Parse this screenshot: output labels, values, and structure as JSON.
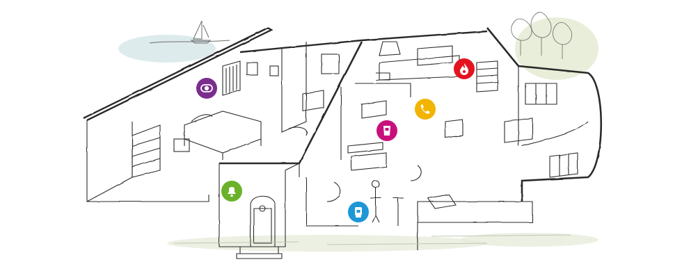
{
  "scene": {
    "type": "smart-home-illustration",
    "style": "hand-drawn sketch floor plan, isometric cutaway"
  },
  "hotspots": [
    {
      "name": "baby-monitor",
      "icon": "baby-monitor-icon",
      "color": "#7B2D8E"
    },
    {
      "name": "doorbell",
      "icon": "bell-icon",
      "color": "#6BB12A"
    },
    {
      "name": "smart-plug",
      "icon": "plug-icon",
      "color": "#C8107C"
    },
    {
      "name": "phone",
      "icon": "phone-icon",
      "color": "#F2B400"
    },
    {
      "name": "fire-alarm",
      "icon": "flame-icon",
      "color": "#E3141F"
    },
    {
      "name": "personal-alarm",
      "icon": "pendant-alarm-icon",
      "color": "#1E97D6"
    }
  ]
}
